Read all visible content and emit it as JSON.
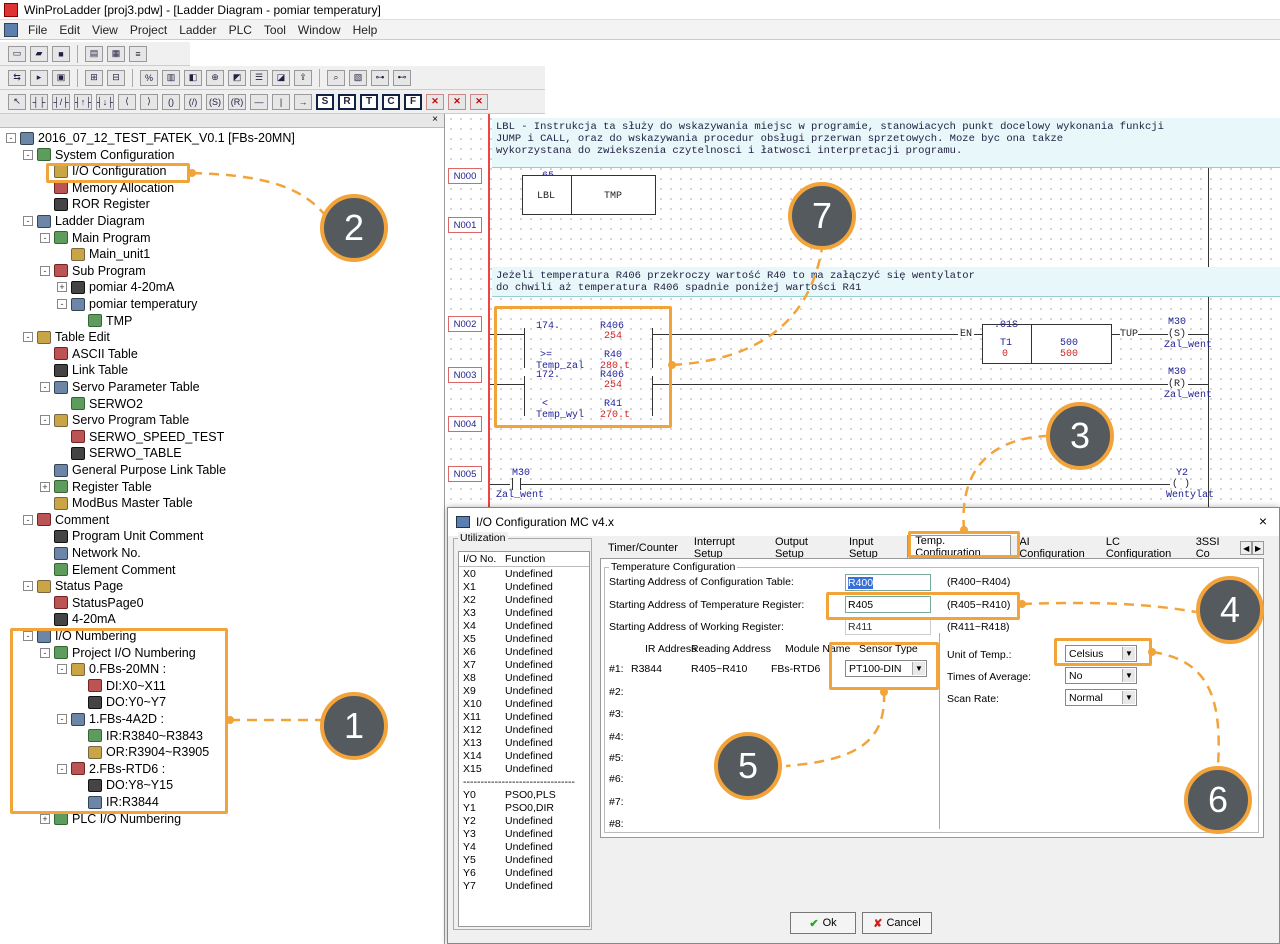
{
  "window": {
    "title": "WinProLadder [proj3.pdw] - [Ladder Diagram - pomiar temperatury]"
  },
  "menu": [
    "File",
    "Edit",
    "View",
    "Project",
    "Ladder",
    "PLC",
    "Tool",
    "Window",
    "Help"
  ],
  "tree": {
    "nodes": [
      {
        "label": "2016_07_12_TEST_FATEK_V0.1 [FBs-20MN]",
        "lvl": 0,
        "ex": "-"
      },
      {
        "label": "System Configuration",
        "lvl": 1,
        "ex": "-"
      },
      {
        "label": "I/O Configuration",
        "lvl": 2,
        "ex": ""
      },
      {
        "label": "Memory Allocation",
        "lvl": 2,
        "ex": ""
      },
      {
        "label": "ROR Register",
        "lvl": 2,
        "ex": ""
      },
      {
        "label": "Ladder Diagram",
        "lvl": 1,
        "ex": "-"
      },
      {
        "label": "Main Program",
        "lvl": 2,
        "ex": "-"
      },
      {
        "label": "Main_unit1",
        "lvl": 3,
        "ex": ""
      },
      {
        "label": "Sub Program",
        "lvl": 2,
        "ex": "-"
      },
      {
        "label": "pomiar 4-20mA",
        "lvl": 3,
        "ex": "+"
      },
      {
        "label": "pomiar temperatury",
        "lvl": 3,
        "ex": "-"
      },
      {
        "label": "TMP",
        "lvl": 4,
        "ex": ""
      },
      {
        "label": "Table Edit",
        "lvl": 1,
        "ex": "-"
      },
      {
        "label": "ASCII Table",
        "lvl": 2,
        "ex": ""
      },
      {
        "label": "Link Table",
        "lvl": 2,
        "ex": ""
      },
      {
        "label": "Servo Parameter Table",
        "lvl": 2,
        "ex": "-"
      },
      {
        "label": "SERWO2",
        "lvl": 3,
        "ex": ""
      },
      {
        "label": "Servo Program Table",
        "lvl": 2,
        "ex": "-"
      },
      {
        "label": "SERWO_SPEED_TEST",
        "lvl": 3,
        "ex": ""
      },
      {
        "label": "SERWO_TABLE",
        "lvl": 3,
        "ex": ""
      },
      {
        "label": "General Purpose Link Table",
        "lvl": 2,
        "ex": ""
      },
      {
        "label": "Register Table",
        "lvl": 2,
        "ex": "+"
      },
      {
        "label": "ModBus Master Table",
        "lvl": 2,
        "ex": ""
      },
      {
        "label": "Comment",
        "lvl": 1,
        "ex": "-"
      },
      {
        "label": "Program Unit Comment",
        "lvl": 2,
        "ex": ""
      },
      {
        "label": "Network No.",
        "lvl": 2,
        "ex": ""
      },
      {
        "label": "Element Comment",
        "lvl": 2,
        "ex": ""
      },
      {
        "label": "Status Page",
        "lvl": 1,
        "ex": "-"
      },
      {
        "label": "StatusPage0",
        "lvl": 2,
        "ex": ""
      },
      {
        "label": "4-20mA",
        "lvl": 2,
        "ex": ""
      },
      {
        "label": "I/O Numbering",
        "lvl": 1,
        "ex": "-"
      },
      {
        "label": "Project I/O Numbering",
        "lvl": 2,
        "ex": "-"
      },
      {
        "label": "0.FBs-20MN :",
        "lvl": 3,
        "ex": "-"
      },
      {
        "label": "DI:X0~X11",
        "lvl": 4,
        "ex": ""
      },
      {
        "label": "DO:Y0~Y7",
        "lvl": 4,
        "ex": ""
      },
      {
        "label": "1.FBs-4A2D :",
        "lvl": 3,
        "ex": "-"
      },
      {
        "label": "IR:R3840~R3843",
        "lvl": 4,
        "ex": ""
      },
      {
        "label": "OR:R3904~R3905",
        "lvl": 4,
        "ex": ""
      },
      {
        "label": "2.FBs-RTD6 :",
        "lvl": 3,
        "ex": "-"
      },
      {
        "label": "DO:Y8~Y15",
        "lvl": 4,
        "ex": ""
      },
      {
        "label": "IR:R3844",
        "lvl": 4,
        "ex": ""
      },
      {
        "label": "PLC I/O Numbering",
        "lvl": 2,
        "ex": "+"
      }
    ]
  },
  "ladder": {
    "comment1": "LBL - Instrukcja ta służy do wskazywania miejsc w programie, stanowiacych punkt docelowy wykonania funkcji\nJUMP i CALL, oraz do wskazywania procedur obsługi przerwan sprzetowych. Moze byc ona takze\nwykorzystana do zwiekszenia czytelnosci i łatwosci interpretacji programu.",
    "comment2": "Jeżeli temperatura R406 przekroczy wartość R40 to ma załączyć się wentylator\ndo chwili aż temperatura R406 spadnie poniżej wartości R41",
    "nets": [
      "N000",
      "N001",
      "N002",
      "N003",
      "N004",
      "N005"
    ],
    "lbl_num": "65",
    "lbl": "LBL",
    "tmp": "TMP",
    "cmp1_num": "174.",
    "cmp1_op": ">=",
    "cmp1_r1": "R406",
    "cmp1_v1": "254",
    "cmp1_r2": "R40",
    "cmp1_n2": "Temp_zal",
    "cmp1_v2": "280.t",
    "cmp2_num": "172.",
    "cmp2_op": "<",
    "cmp2_r1": "R406",
    "cmp2_v1": "254",
    "cmp2_r2": "R41",
    "cmp2_n2": "Temp_wyl",
    "cmp2_v2": "270.t",
    "en": "EN",
    "tup": "TUP",
    "timer_base": ".01S",
    "timer_name": "T1",
    "timer_val": "0",
    "timer_pv1": "500",
    "timer_pv2": "500",
    "m30_1": "M30",
    "coil_s": "(S)",
    "zal1": "Zal_went",
    "m30_2": "M30",
    "coil_r": "(R)",
    "zal2": "Zal_went",
    "m30_3": "M30",
    "zal3": "Zal_went",
    "y2": "Y2",
    "y2_coil": "( )",
    "wentylat": "Wentylat"
  },
  "dialog": {
    "title": "I/O Configuration MC v4.x",
    "close": "×",
    "util_legend": "Utilization",
    "util_h1": "I/O No.",
    "util_h2": "Function",
    "util_rows": [
      [
        "X0",
        "Undefined"
      ],
      [
        "X1",
        "Undefined"
      ],
      [
        "X2",
        "Undefined"
      ],
      [
        "X3",
        "Undefined"
      ],
      [
        "X4",
        "Undefined"
      ],
      [
        "X5",
        "Undefined"
      ],
      [
        "X6",
        "Undefined"
      ],
      [
        "X7",
        "Undefined"
      ],
      [
        "X8",
        "Undefined"
      ],
      [
        "X9",
        "Undefined"
      ],
      [
        "X10",
        "Undefined"
      ],
      [
        "X11",
        "Undefined"
      ],
      [
        "X12",
        "Undefined"
      ],
      [
        "X13",
        "Undefined"
      ],
      [
        "X14",
        "Undefined"
      ],
      [
        "X15",
        "Undefined"
      ],
      [
        "------------",
        "--------------------"
      ],
      [
        "Y0",
        "PSO0,PLS"
      ],
      [
        "Y1",
        "PSO0,DIR"
      ],
      [
        "Y2",
        "Undefined"
      ],
      [
        "Y3",
        "Undefined"
      ],
      [
        "Y4",
        "Undefined"
      ],
      [
        "Y5",
        "Undefined"
      ],
      [
        "Y6",
        "Undefined"
      ],
      [
        "Y7",
        "Undefined"
      ]
    ],
    "tabs": [
      "Timer/Counter",
      "Interrupt Setup",
      "Output Setup",
      "Input Setup",
      "Temp. Configuration",
      "AI Configuration",
      "LC Configuration",
      "3SSI Co"
    ],
    "tab_prev": "◀",
    "tab_next": "▶",
    "group": "Temperature Configuration",
    "start_cfg_lbl": "Starting Address of Configuration Table:",
    "start_cfg_val": "R400",
    "start_cfg_rng": "(R400~R404)",
    "start_tmp_lbl": "Starting Address of Temperature Register:",
    "start_tmp_val": "R405",
    "start_tmp_rng": "(R405~R410)",
    "start_wrk_lbl": "Starting Address of Working Register:",
    "start_wrk_val": "R411",
    "start_wrk_rng": "(R411~R418)",
    "col_ir": "IR Address",
    "col_rd": "Reading Address",
    "col_mn": "Module Name",
    "col_st": "Sensor Type",
    "mods": [
      "#1:",
      "#2:",
      "#3:",
      "#4:",
      "#5:",
      "#6:",
      "#7:",
      "#8:"
    ],
    "m1_ir": "R3844",
    "m1_rd": "R405~R410",
    "m1_mn": "FBs-RTD6",
    "m1_st": "PT100-DIN",
    "unit_lbl": "Unit of Temp.:",
    "unit_val": "Celsius",
    "avg_lbl": "Times of Average:",
    "avg_val": "No",
    "scan_lbl": "Scan Rate:",
    "scan_val": "Normal",
    "ok": "Ok",
    "cancel": "Cancel"
  },
  "callouts": [
    "1",
    "2",
    "3",
    "4",
    "5",
    "6",
    "7"
  ],
  "colors": {
    "accent": "#f2a33a",
    "badge": "#555a5e"
  }
}
